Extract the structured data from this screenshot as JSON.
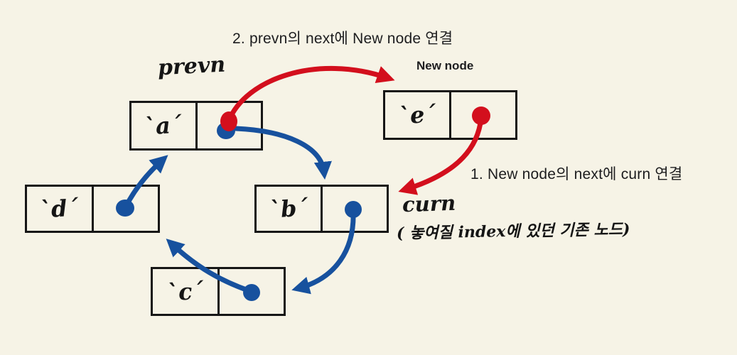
{
  "palette": {
    "background": "#f6f3e6",
    "ink": "#1d1d1f",
    "box_border": "#161616",
    "red": "#d30f1d",
    "blue": "#17519e"
  },
  "annotations": {
    "step2_label": "2. prevn의 next에 New node 연결",
    "step1_label": "1. New node의 next에 curn 연결",
    "prevn_label": "prevn",
    "new_node_label": "New node",
    "curn_label": "curn",
    "curn_note": "( 놓여질 index에 있던 기존 노드)"
  },
  "nodes": {
    "a": {
      "value": "`a´"
    },
    "b": {
      "value": "`b´"
    },
    "c": {
      "value": "`c´"
    },
    "d": {
      "value": "`d´"
    },
    "e": {
      "value": "`e´"
    }
  },
  "edges": [
    {
      "from": "a",
      "to": "e",
      "color": "red"
    },
    {
      "from": "e",
      "to": "b",
      "color": "red"
    },
    {
      "from": "a",
      "to": "b",
      "color": "blue"
    },
    {
      "from": "b",
      "to": "c",
      "color": "blue"
    },
    {
      "from": "c",
      "to": "d",
      "color": "blue"
    },
    {
      "from": "d",
      "to": "a",
      "color": "blue"
    }
  ]
}
